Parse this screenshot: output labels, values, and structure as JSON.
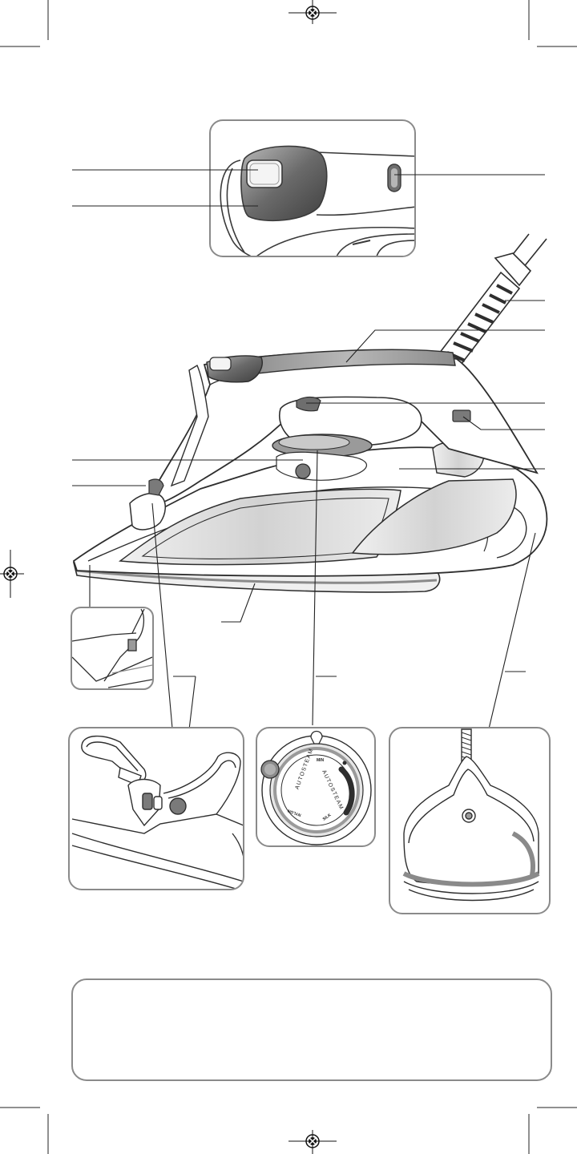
{
  "dial": {
    "min_label": "MIN",
    "silk_label": "SILK",
    "nylon_label": "NYLON",
    "autosteam_label": "AUTOSTEAM"
  },
  "note_box": {
    "text": ""
  },
  "colors": {
    "line": "#3a3a3a",
    "panel_border": "#8a8a8a",
    "dark_gray": "#6e6e6e",
    "mid_gray": "#9a9a9a",
    "light_gray": "#d8d8d8"
  }
}
